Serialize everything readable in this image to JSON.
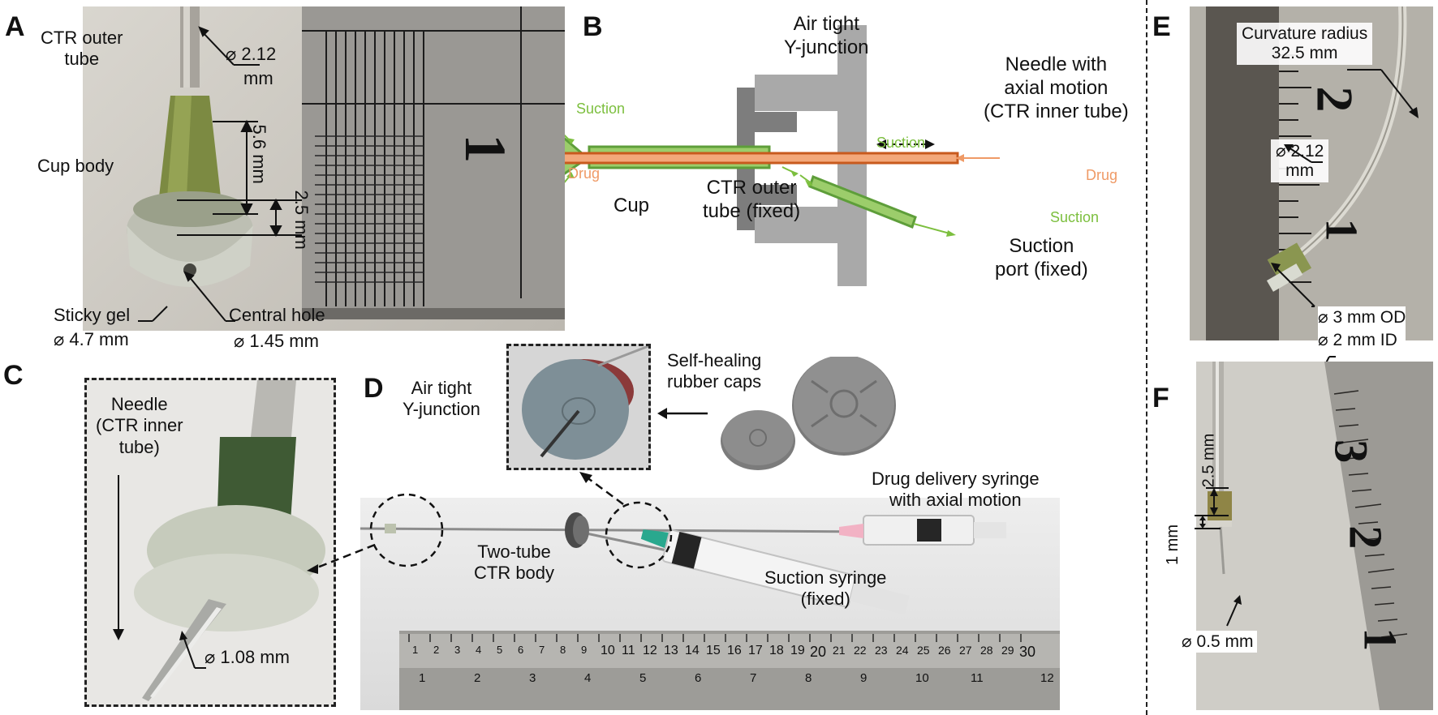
{
  "panels": {
    "a": "A",
    "b": "B",
    "c": "C",
    "d": "D",
    "e": "E",
    "f": "F"
  },
  "panelA": {
    "outer_tube": "CTR outer\ntube",
    "outer_dia": "⌀ 2.12",
    "outer_dia_unit": "mm",
    "cup_body": "Cup body",
    "dim_56": "5.6 mm",
    "dim_25": "2.5 mm",
    "sticky_gel": "Sticky gel",
    "sticky_dia": "⌀ 4.7 mm",
    "central_hole": "Central hole",
    "hole_dia": "⌀ 1.45 mm",
    "ruler_mark": "1"
  },
  "panelB": {
    "y_junction": "Air tight\nY-junction",
    "needle": "Needle with\naxial motion\n(CTR inner tube)",
    "suction_left": "Suction",
    "drug_left": "Drug",
    "cup": "Cup",
    "outer_tube": "CTR outer\ntube (fixed)",
    "suction_mid": "Suction",
    "drug_right": "Drug",
    "suction_right": "Suction",
    "suction_port": "Suction\nport (fixed)"
  },
  "panelC": {
    "needle": "Needle\n(CTR inner\ntube)",
    "dia": "⌀ 1.08 mm"
  },
  "panelD": {
    "y_junction": "Air tight\nY-junction",
    "rubber_caps": "Self-healing\nrubber caps",
    "drug_syringe": "Drug delivery syringe\nwith axial motion",
    "ctr_body": "Two-tube\nCTR body",
    "suction_syringe": "Suction syringe\n(fixed)",
    "ruler_numbers": [
      "1",
      "2",
      "3",
      "4",
      "5",
      "6",
      "7",
      "8",
      "9",
      "10",
      "11",
      "12",
      "13",
      "14",
      "15",
      "16",
      "17",
      "18",
      "19",
      "20",
      "21",
      "22",
      "23",
      "24",
      "25",
      "26",
      "27",
      "28",
      "29",
      "30"
    ],
    "ruler_lower": [
      "1",
      "2",
      "3",
      "4",
      "5",
      "6",
      "7",
      "8",
      "9",
      "10",
      "11",
      "12"
    ]
  },
  "panelE": {
    "curvature": "Curvature radius\n32.5 mm",
    "dia": "⌀ 2.12\nmm",
    "ruler_marks": [
      "2",
      "1"
    ]
  },
  "shared": {
    "od_id": "⌀ 3 mm OD\n⌀ 2 mm ID"
  },
  "panelF": {
    "dim_25": "2.5 mm",
    "dim_1": "1 mm",
    "dia": "⌀ 0.5 mm",
    "ruler_marks": [
      "3",
      "2",
      "1"
    ]
  },
  "colors": {
    "green": "#5e9e3a",
    "green_fill": "#9ccd6b",
    "orange": "#c85a1e",
    "orange_fill": "#f3a87a",
    "gray_dark": "#7d7d7d",
    "gray_light": "#a9a9a9",
    "suction_text": "#7cbf3e",
    "drug_text": "#ef9a66"
  }
}
